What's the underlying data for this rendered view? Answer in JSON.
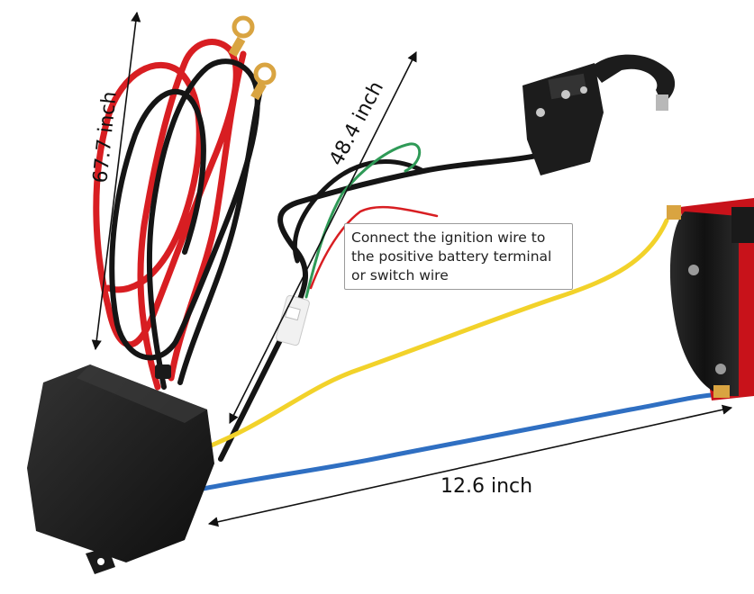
{
  "dimensions": {
    "red_cable_length": "67.7 inch",
    "switch_cable_length": "48.4 inch",
    "winch_cable_length": "12.6 inch"
  },
  "callout": {
    "line1": "Connect the ignition wire to",
    "line2": "the positive battery terminal",
    "line3": "or switch wire"
  },
  "colors": {
    "red_wire": "#d81e22",
    "black_wire": "#151515",
    "yellow_wire": "#f2d22a",
    "blue_wire": "#2f6fc2",
    "green_wire": "#2f9a57",
    "control_box": "#1b1b1b",
    "winch_red": "#c8121a",
    "lug_gold": "#d9a441"
  }
}
